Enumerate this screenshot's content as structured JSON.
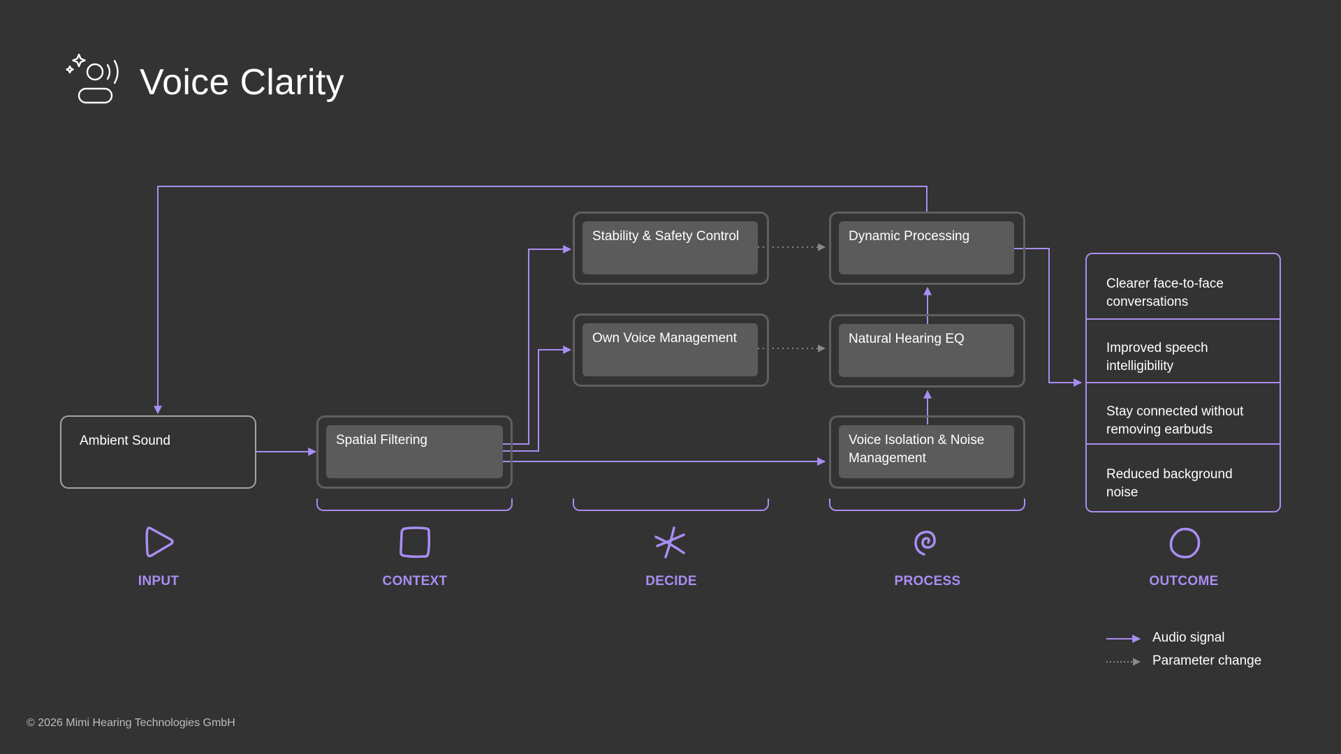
{
  "header": {
    "title": "Voice Clarity",
    "logo_icon": "person-speaking-sparkle-icon"
  },
  "nodes": {
    "ambient_sound": "Ambient Sound",
    "spatial_filtering": "Spatial Filtering",
    "stability_safety": "Stability & Safety Control",
    "own_voice": "Own Voice Management",
    "dynamic_processing": "Dynamic Processing",
    "natural_hearing_eq": "Natural Hearing EQ",
    "voice_isolation": "Voice Isolation & Noise Management"
  },
  "outcomes": [
    "Clearer face-to-face conversations",
    "Improved speech intelligibility",
    "Stay connected without removing earbuds",
    "Reduced background noise"
  ],
  "stages": [
    {
      "label": "INPUT",
      "icon": "play-triangle-icon"
    },
    {
      "label": "CONTEXT",
      "icon": "rounded-square-icon"
    },
    {
      "label": "DECIDE",
      "icon": "asterisk-icon"
    },
    {
      "label": "PROCESS",
      "icon": "spiral-icon"
    },
    {
      "label": "OUTCOME",
      "icon": "circle-icon"
    }
  ],
  "legend": {
    "audio_signal": "Audio signal",
    "parameter_change": "Parameter change"
  },
  "footer": {
    "copyright": "© 2026 Mimi Hearing Technologies GmbH"
  },
  "colors": {
    "background": "#333333",
    "accent": "#a98ef2",
    "node_fill": "#5b5b5b",
    "node_border": "#5f5f5f"
  }
}
